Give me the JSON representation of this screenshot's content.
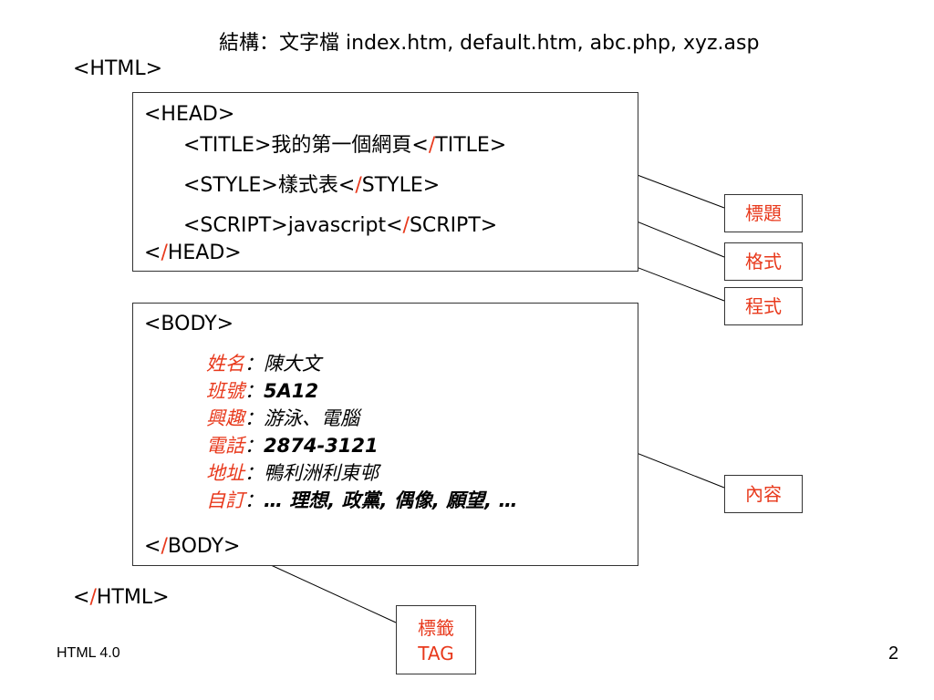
{
  "header": {
    "structure_label": "結構：文字檔",
    "file_list": "index.htm, default.htm, abc.php, xyz.asp"
  },
  "html_open": "<HTML>",
  "html_close": {
    "lt": "<",
    "slash": "/",
    "rest": "HTML>"
  },
  "head_block": {
    "open": "<HEAD>",
    "title_line": {
      "open": "<TITLE>",
      "text": "我的第一個網頁",
      "lt": "<",
      "slash": "/",
      "rest": "TITLE>"
    },
    "style_line": {
      "open": "<STYLE>",
      "text": "樣式表",
      "lt": "<",
      "slash": "/",
      "rest": "STYLE>"
    },
    "script_line": {
      "open": "<SCRIPT>",
      "text": "javascript",
      "lt": "<",
      "slash": "/",
      "rest": "SCRIPT>"
    },
    "close": {
      "lt": "<",
      "slash": "/",
      "rest": "HEAD>"
    }
  },
  "body_block": {
    "open": "<BODY>",
    "fields": [
      {
        "label": "姓名",
        "sep": "：",
        "value": "陳大文",
        "bold": false
      },
      {
        "label": "班號",
        "sep": "：",
        "value": "5A12",
        "bold": true
      },
      {
        "label": "興趣",
        "sep": "：",
        "value": "游泳、電腦",
        "bold": false
      },
      {
        "label": "電話",
        "sep": "：",
        "value": "2874-3121",
        "bold": true
      },
      {
        "label": "地址",
        "sep": "：",
        "value": "鴨利洲利東邨",
        "bold": false
      },
      {
        "label": "自訂",
        "sep": "：",
        "value": "… 理想, 政黨, 偶像, 願望, …",
        "bold": true
      }
    ],
    "close": {
      "lt": "<",
      "slash": "/",
      "rest": "BODY>"
    }
  },
  "callouts": {
    "title": "標題",
    "style": "格式",
    "script": "程式",
    "content": "內容",
    "tag_line1": "標籤",
    "tag_line2": "TAG"
  },
  "footer": {
    "left": "HTML 4.0",
    "page_number": "2"
  },
  "colors": {
    "accent_red": "#e8391c",
    "border": "#333333",
    "text": "#000000"
  }
}
